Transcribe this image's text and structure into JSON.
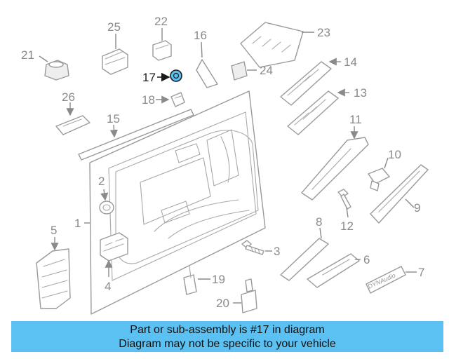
{
  "highlight": {
    "part_number": "17",
    "color": "#5bc0f2"
  },
  "callouts": [
    "1",
    "2",
    "3",
    "4",
    "5",
    "6",
    "7",
    "8",
    "9",
    "10",
    "11",
    "12",
    "13",
    "14",
    "15",
    "16",
    "17",
    "18",
    "19",
    "20",
    "21",
    "22",
    "23",
    "24",
    "25",
    "26"
  ],
  "badge_text": "DYNAudio",
  "banner": {
    "line1": "Part or sub-assembly is #17 in diagram",
    "line2": "Diagram may not be specific to your vehicle",
    "background": "#5bc0f2"
  }
}
